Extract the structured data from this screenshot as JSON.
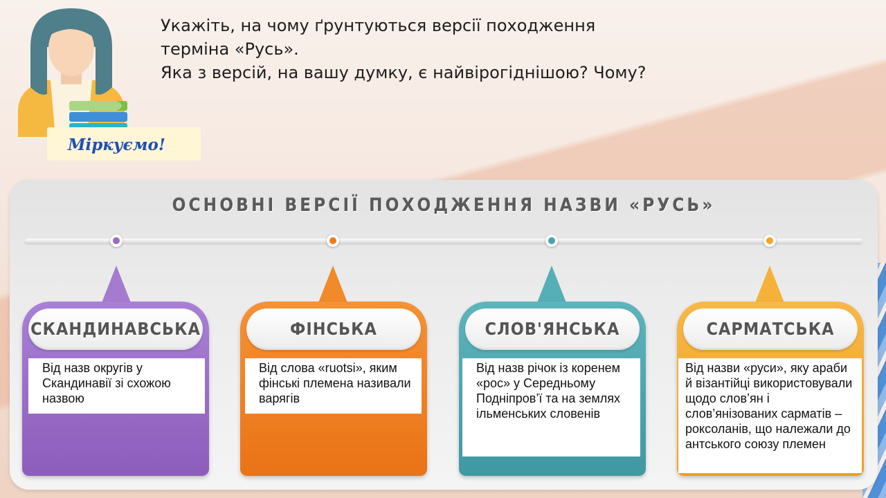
{
  "question": {
    "line1": "Укажіть, на чому ґрунтуються версії походження",
    "line2": "терміна «Русь».",
    "line3": "Яка з версій, на вашу думку, є найвірогіднішою? Чому?"
  },
  "badge": {
    "label": "Міркуємо!"
  },
  "infographic": {
    "title": "ОСНОВНІ ВЕРСІЇ ПОХОДЖЕННЯ НАЗВИ «РУСЬ»",
    "versions": [
      {
        "name": "СКАНДИНАВСЬКА",
        "color": "#9a6ac6",
        "text": "Від назв округів у Скандинавії зі схожою назвою"
      },
      {
        "name": "ФІНСЬКА",
        "color": "#ef7a1e",
        "text": "Від слова «ruotsi», яким фінські племена називали варягів"
      },
      {
        "name": "СЛОВ'ЯНСЬКА",
        "color": "#4aa3ac",
        "text": "Від назв річок із коренем «рос» у Середньому Подніпров’ї та на землях ільменських словенів"
      },
      {
        "name": "САРМАТСЬКА",
        "color": "#f2a623",
        "text": "Від назви «руси», яку араби й візантійці використовували щодо слов’ян і слов’янізованих сарматів – роксоланів, що належали до антського союзу племен"
      }
    ]
  },
  "colors": {
    "purple": "#9a6ac6",
    "orange": "#ef7a1e",
    "teal": "#4aa3ac",
    "yellow": "#f2a623",
    "badge_text": "#1f4fb0"
  }
}
